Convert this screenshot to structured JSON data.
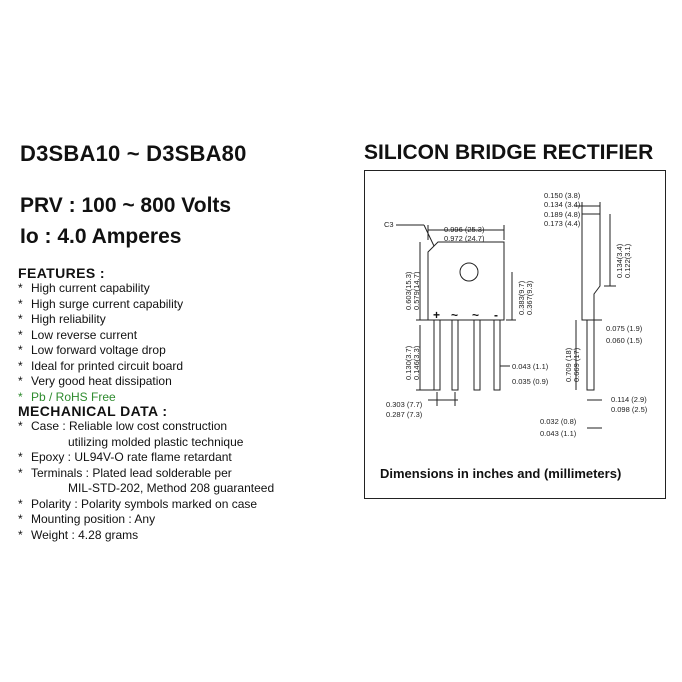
{
  "part": "D3SBA10 ~ D3SBA80",
  "sheet_title": "SILICON BRIDGE RECTIFIER",
  "ratings": [
    "PRV : 100 ~ 800 Volts",
    "Io : 4.0 Amperes"
  ],
  "features_heading": "FEATURES :",
  "features": [
    "High current capability",
    "High surge current capability",
    "High reliability",
    "Low reverse current",
    "Low forward voltage drop",
    "Ideal for printed circuit board",
    "Very good heat dissipation",
    "Pb / RoHS Free"
  ],
  "mechanical_heading": "MECHANICAL  DATA :",
  "mechanical": [
    {
      "bullet": "*",
      "text": "Case : Reliable low cost construction"
    },
    {
      "bullet": "",
      "text": "utilizing molded plastic technique"
    },
    {
      "bullet": "*",
      "text": "Epoxy : UL94V-O rate flame retardant"
    },
    {
      "bullet": "*",
      "text": "Terminals : Plated lead solderable per"
    },
    {
      "bullet": "",
      "text": "MIL-STD-202, Method 208 guaranteed"
    },
    {
      "bullet": "*",
      "text": "Polarity : Polarity symbols marked on case"
    },
    {
      "bullet": "*",
      "text": "Mounting  position : Any"
    },
    {
      "bullet": "*",
      "text": "Weight :    4.28 grams"
    }
  ],
  "diagram": {
    "caption": "Dimensions in inches and (millimeters)",
    "corner_label": "C3",
    "polarity": [
      "+",
      "~",
      "~",
      "-"
    ],
    "front": {
      "width": [
        "0.996 (25.3)",
        "0.972 (24.7)"
      ],
      "body_height": [
        "0.603(15.3)",
        "0.579(14.7)"
      ],
      "hole_offset": [
        "0.383(9.7)",
        "0.367(9.3)"
      ],
      "lead_length": [
        "0.130(3.7)",
        "0.146(3.3)"
      ],
      "lead_width": [
        "0.043 (1.1)",
        "0.035 (0.9)"
      ],
      "pitch": [
        "0.303 (7.7)",
        "0.287 (7.3)"
      ]
    },
    "side": {
      "top": [
        "0.150 (3.8)",
        "0.134 (3.4)"
      ],
      "tab": [
        "0.189 (4.8)",
        "0.173 (4.4)"
      ],
      "shoulder": [
        "0.134(3.4)",
        "0.122(3.1)"
      ],
      "height": [
        "0.709 (18)",
        "0.669 (17)"
      ],
      "step": [
        "0.075 (1.9)",
        "0.060 (1.5)"
      ],
      "lead_thickness": [
        "0.114 (2.9)",
        "0.098 (2.5)"
      ],
      "base": [
        "0.032 (0.8)",
        "0.043 (1.1)"
      ]
    }
  },
  "colors": {
    "text": "#111111",
    "rohs": "#2e8b2e",
    "frame": "#222222"
  }
}
